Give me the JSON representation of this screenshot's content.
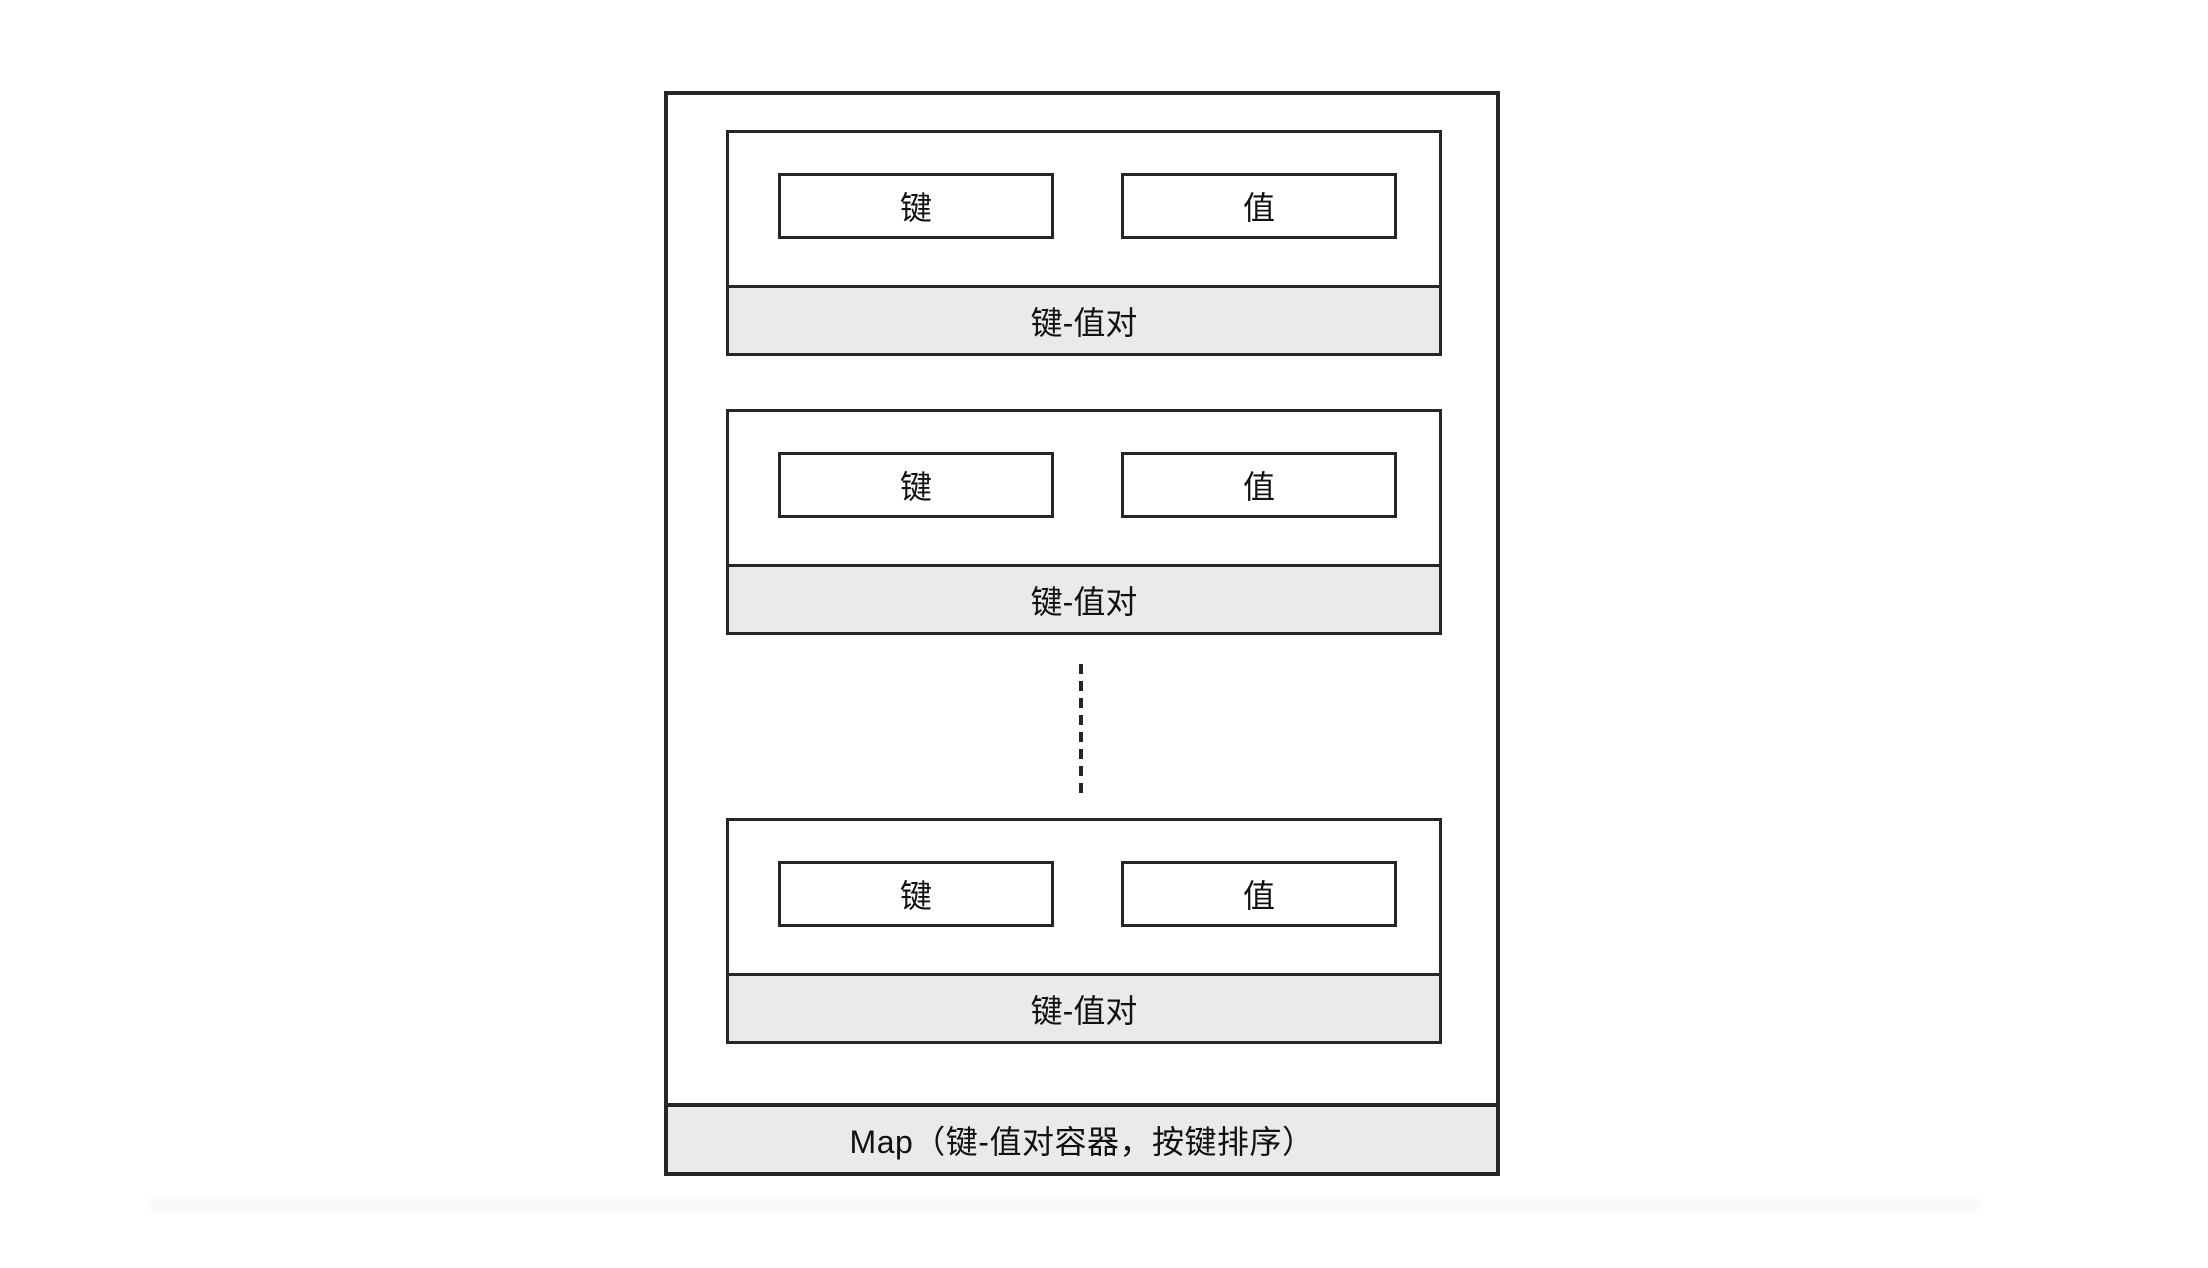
{
  "figure": {
    "map_label": "Map（键-值对容器，按键排序）",
    "pair_groups": [
      {
        "key_label": "键",
        "value_label": "值",
        "group_label": "键-值对"
      },
      {
        "key_label": "键",
        "value_label": "值",
        "group_label": "键-值对"
      },
      {
        "key_label": "键",
        "value_label": "值",
        "group_label": "键-值对"
      }
    ],
    "colors": {
      "line": "#262626",
      "bar_fill": "#eaeaea",
      "background": "#ffffff",
      "text": "#111111"
    }
  }
}
